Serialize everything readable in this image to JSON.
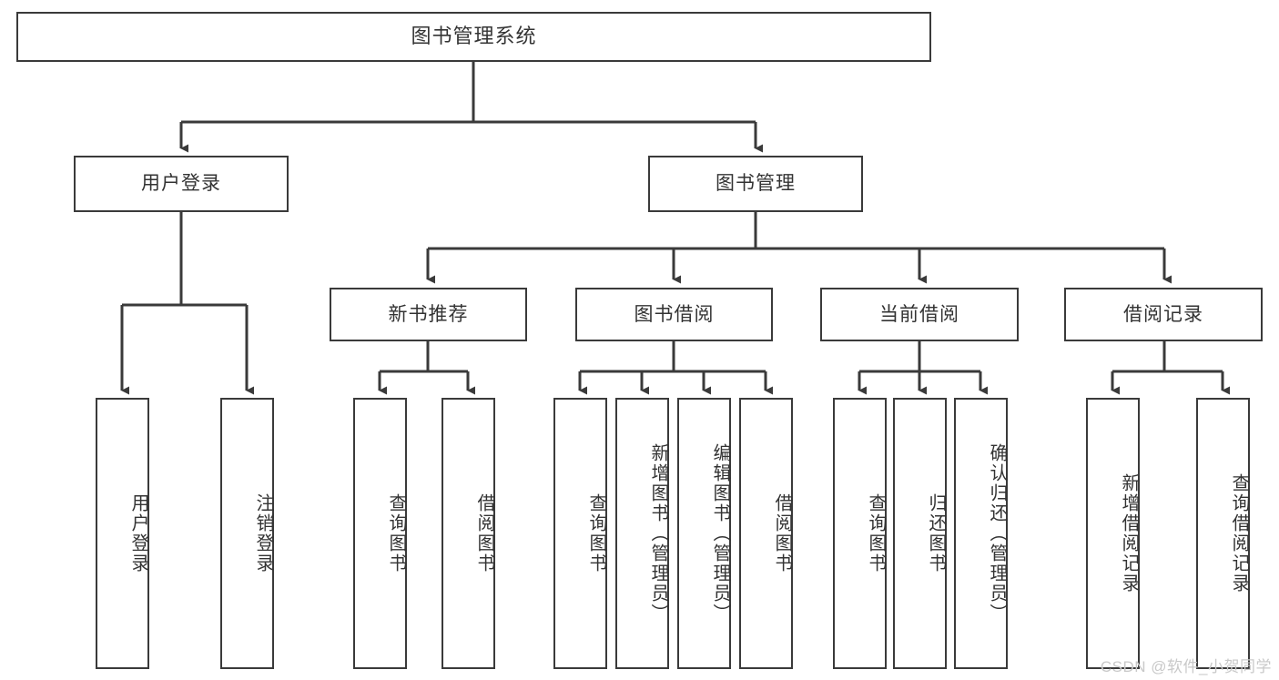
{
  "diagram": {
    "title": "图书管理系统",
    "type": "tree-hierarchy",
    "root": {
      "id": "root",
      "label": "图书管理系统",
      "orientation": "horizontal"
    },
    "level2": [
      {
        "id": "user-login",
        "label": "用户登录",
        "orientation": "horizontal"
      },
      {
        "id": "book-management",
        "label": "图书管理",
        "orientation": "horizontal"
      }
    ],
    "level3": [
      {
        "id": "new-book-recommend",
        "label": "新书推荐",
        "orientation": "horizontal"
      },
      {
        "id": "book-borrow",
        "label": "图书借阅",
        "orientation": "horizontal"
      },
      {
        "id": "current-borrow",
        "label": "当前借阅",
        "orientation": "horizontal"
      },
      {
        "id": "borrow-record",
        "label": "借阅记录",
        "orientation": "horizontal"
      }
    ],
    "leaves": {
      "user_login": [
        {
          "id": "leaf-user-login",
          "label": "用户登录"
        },
        {
          "id": "leaf-logout-login",
          "label": "注销登录"
        }
      ],
      "new_book_recommend": [
        {
          "id": "leaf-query-books-1",
          "label": "查询图书"
        },
        {
          "id": "leaf-borrow-books-1",
          "label": "借阅图书"
        }
      ],
      "book_borrow": [
        {
          "id": "leaf-query-books-2",
          "label": "查询图书"
        },
        {
          "id": "leaf-add-book-admin",
          "label": "新增图书（管理员）"
        },
        {
          "id": "leaf-edit-book-admin",
          "label": "编辑图书（管理员）"
        },
        {
          "id": "leaf-borrow-books-2",
          "label": "借阅图书"
        }
      ],
      "current_borrow": [
        {
          "id": "leaf-query-books-3",
          "label": "查询图书"
        },
        {
          "id": "leaf-return-books",
          "label": "归还图书"
        },
        {
          "id": "leaf-confirm-return-admin",
          "label": "确认归还（管理员）"
        }
      ],
      "borrow_record": [
        {
          "id": "leaf-add-borrow-record",
          "label": "新增借阅记录"
        },
        {
          "id": "leaf-query-borrow-record",
          "label": "查询借阅记录"
        }
      ]
    },
    "colors": {
      "border": "#3a3a3a",
      "text": "#333333",
      "background": "#ffffff",
      "link": "#3a3a3a",
      "watermark": "#c9c9c9"
    }
  },
  "watermark": {
    "text": "CSDN @软件_小贺同学"
  }
}
